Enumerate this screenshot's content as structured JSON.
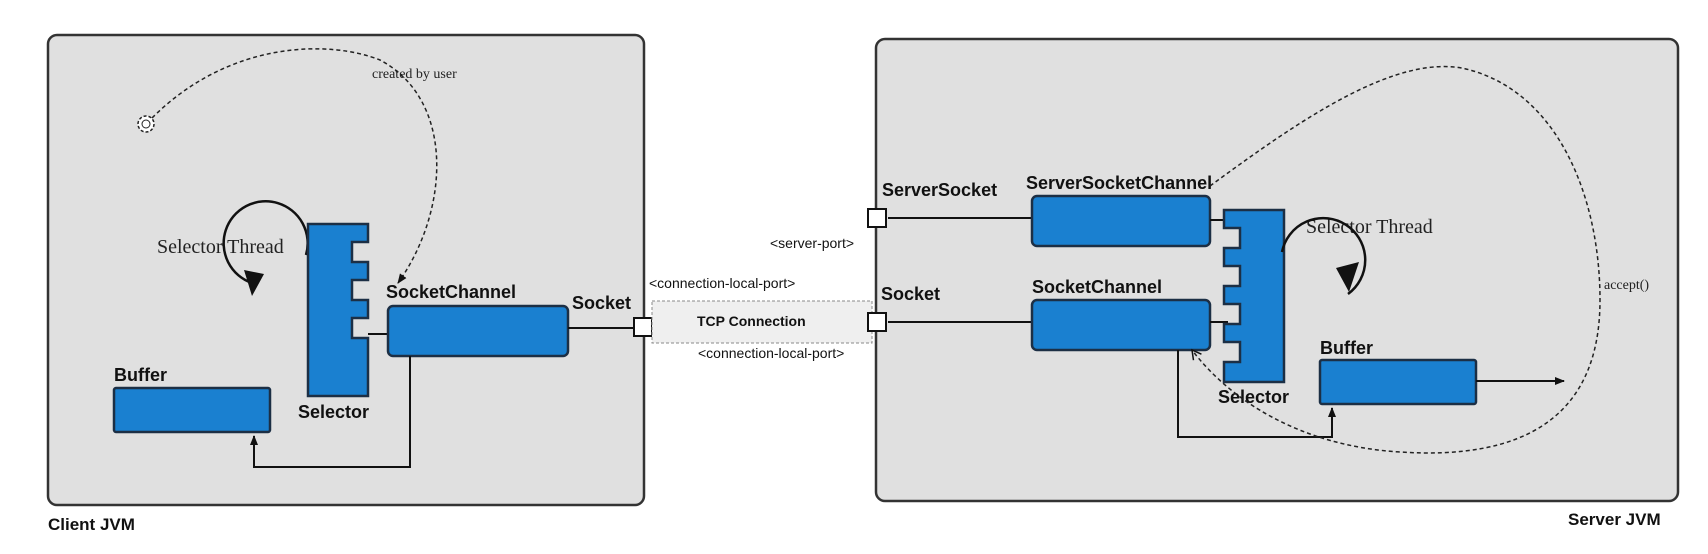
{
  "client": {
    "frame_label": "Client JVM",
    "selector_thread_label": "Selector Thread",
    "created_by_user_label": "created by user",
    "selector_label": "Selector",
    "socket_channel_label": "SocketChannel",
    "socket_label": "Socket",
    "buffer_label": "Buffer"
  },
  "connection": {
    "tcp_label": "TCP Connection",
    "local_port_top": "<connection-local-port>",
    "local_port_bottom": "<connection-local-port>",
    "server_port": "<server-port>"
  },
  "server": {
    "frame_label": "Server JVM",
    "server_socket_label": "ServerSocket",
    "server_socket_channel_label": "ServerSocketChannel",
    "socket_label": "Socket",
    "socket_channel_label": "SocketChannel",
    "selector_thread_label": "Selector Thread",
    "selector_label": "Selector",
    "buffer_label": "Buffer",
    "accept_label": "accept()"
  },
  "colors": {
    "frame_fill": "#e0e0e0",
    "frame_stroke": "#333333",
    "component_fill": "#1a80d0",
    "component_stroke": "#1c2f45",
    "tcp_fill": "#efefef"
  }
}
